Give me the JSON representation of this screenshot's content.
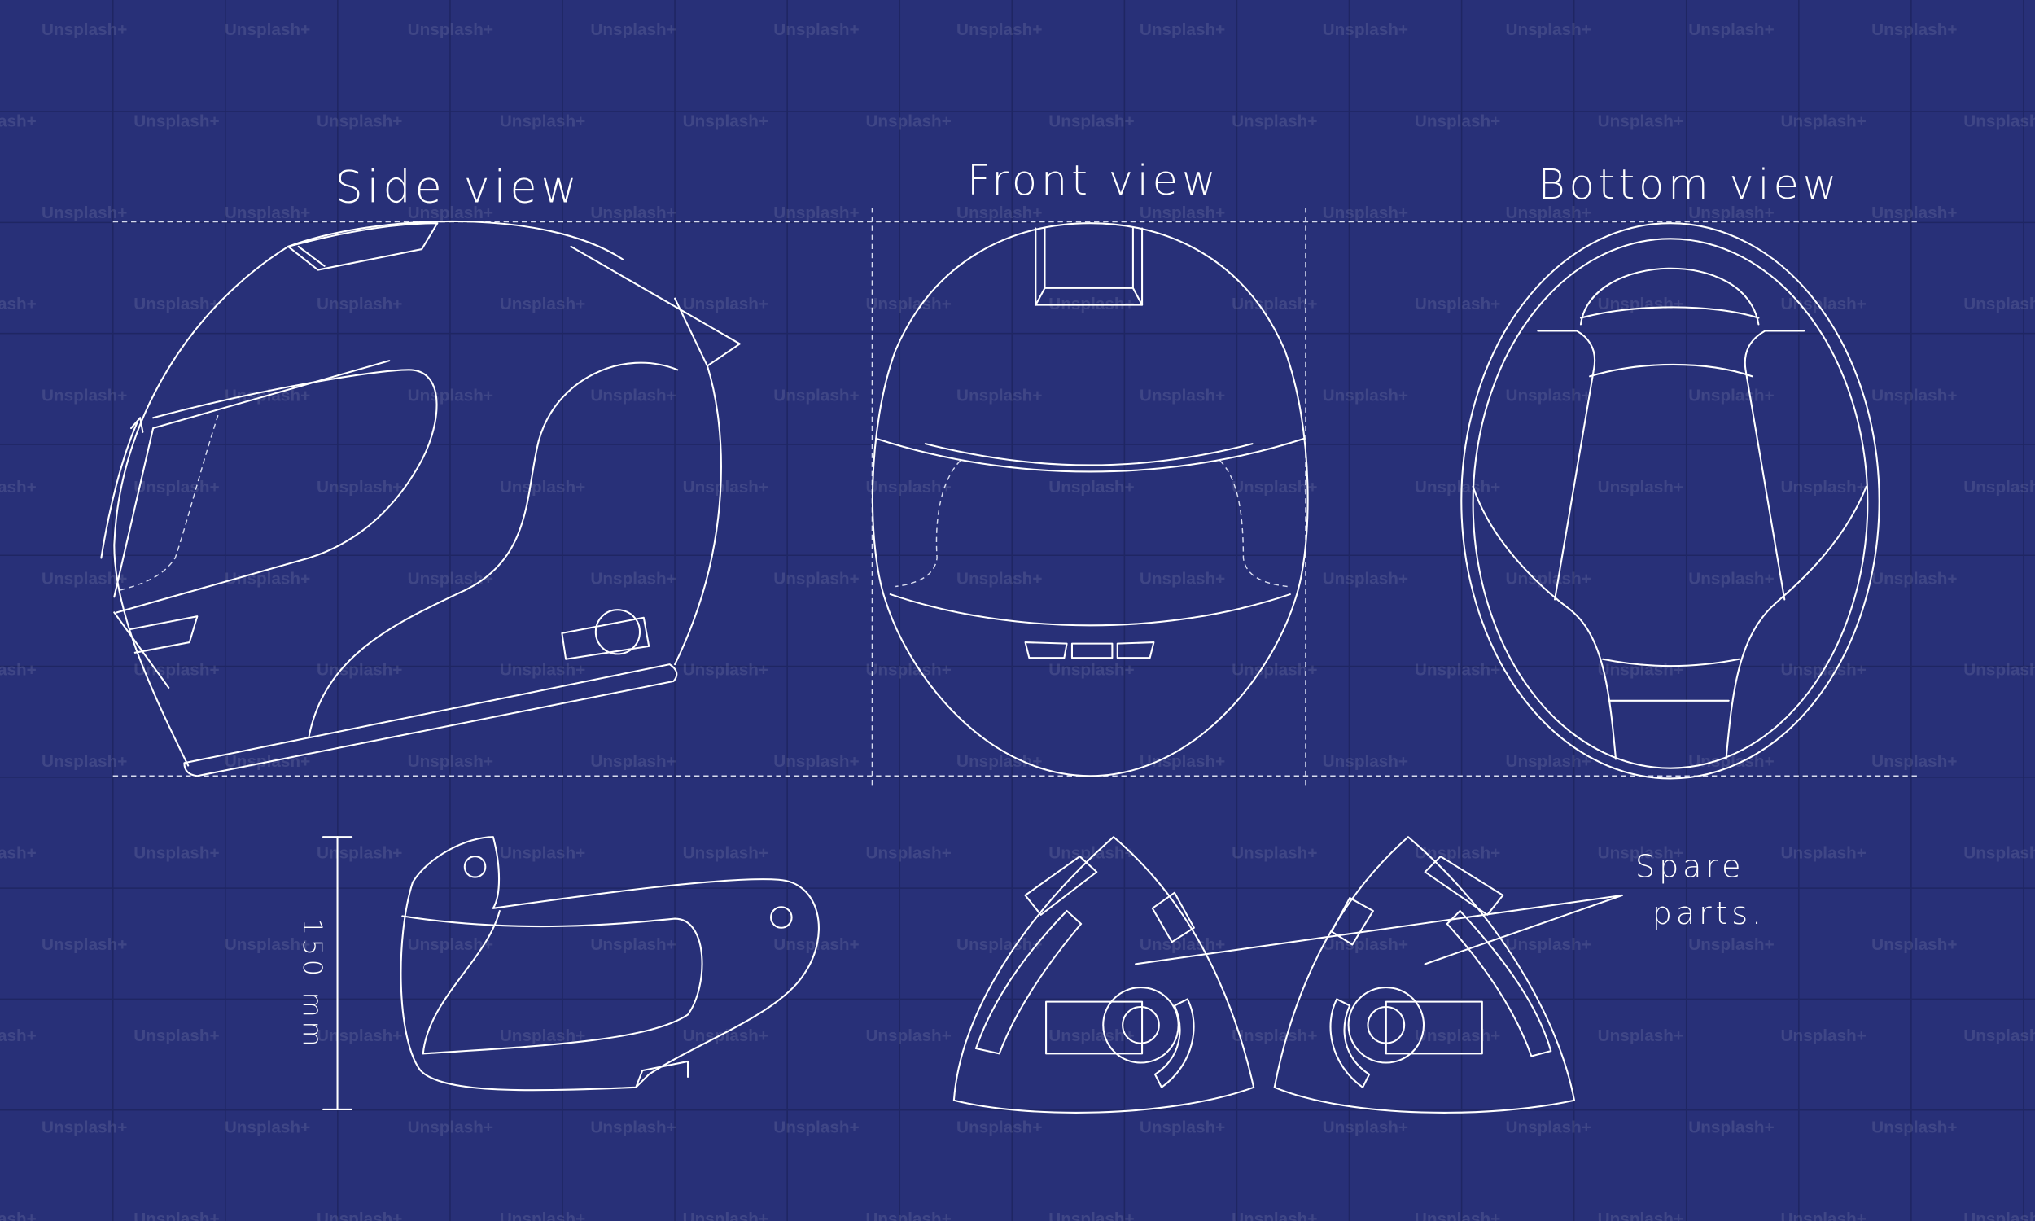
{
  "colors": {
    "background": "#283078",
    "grid": "#1f2663",
    "lines": "#ffffff"
  },
  "watermark": "Unsplash+",
  "labels": {
    "side_view": "Side view",
    "front_view": "Front view",
    "bottom_view": "Bottom view",
    "dimension": "150 mm",
    "spare_parts_line1": "Spare",
    "spare_parts_line2": "parts."
  }
}
